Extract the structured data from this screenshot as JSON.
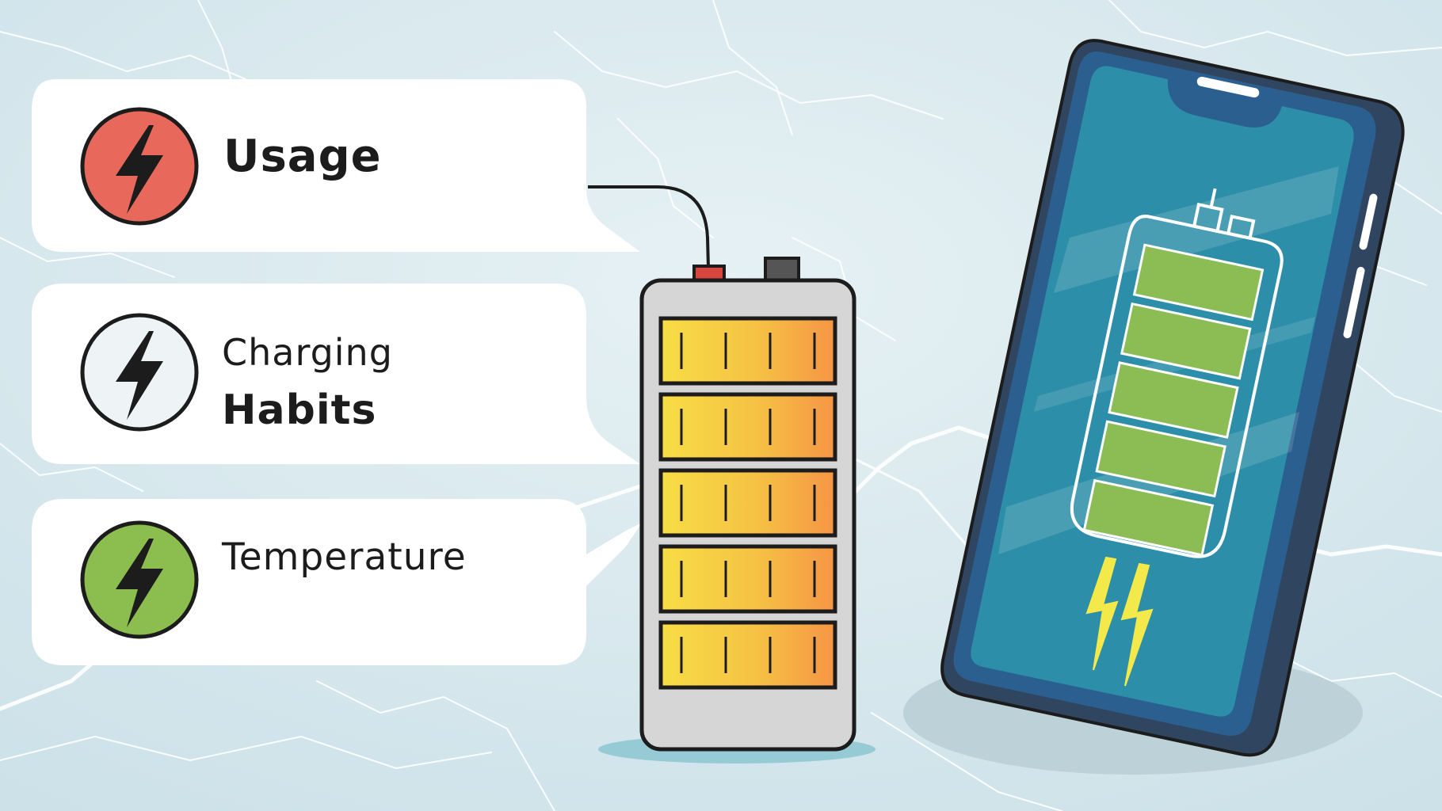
{
  "factors": [
    {
      "label": "Usage",
      "icon": "lightning-bolt-icon",
      "icon_color": "#e8695b"
    },
    {
      "label_line1": "Charging",
      "label_line2": "Habits",
      "icon": "lightning-bolt-icon",
      "icon_color": "#eef3f5"
    },
    {
      "label": "Temperature",
      "icon": "lightning-bolt-icon",
      "icon_color": "#8bbd4f"
    }
  ],
  "battery": {
    "icon": "battery-pack-icon",
    "cells": 5,
    "terminal_positive_color": "#d8453c",
    "terminal_negative_color": "#555555"
  },
  "phone": {
    "icon": "smartphone-icon",
    "screen_color": "#2c8ea8",
    "battery_cells": 5,
    "battery_fill_color": "#8cbd55"
  },
  "colors": {
    "background": "#d6e7ed",
    "outline": "#1c1c1c",
    "cell_gradient_start": "#f7dd45",
    "cell_gradient_end": "#f59a45"
  }
}
